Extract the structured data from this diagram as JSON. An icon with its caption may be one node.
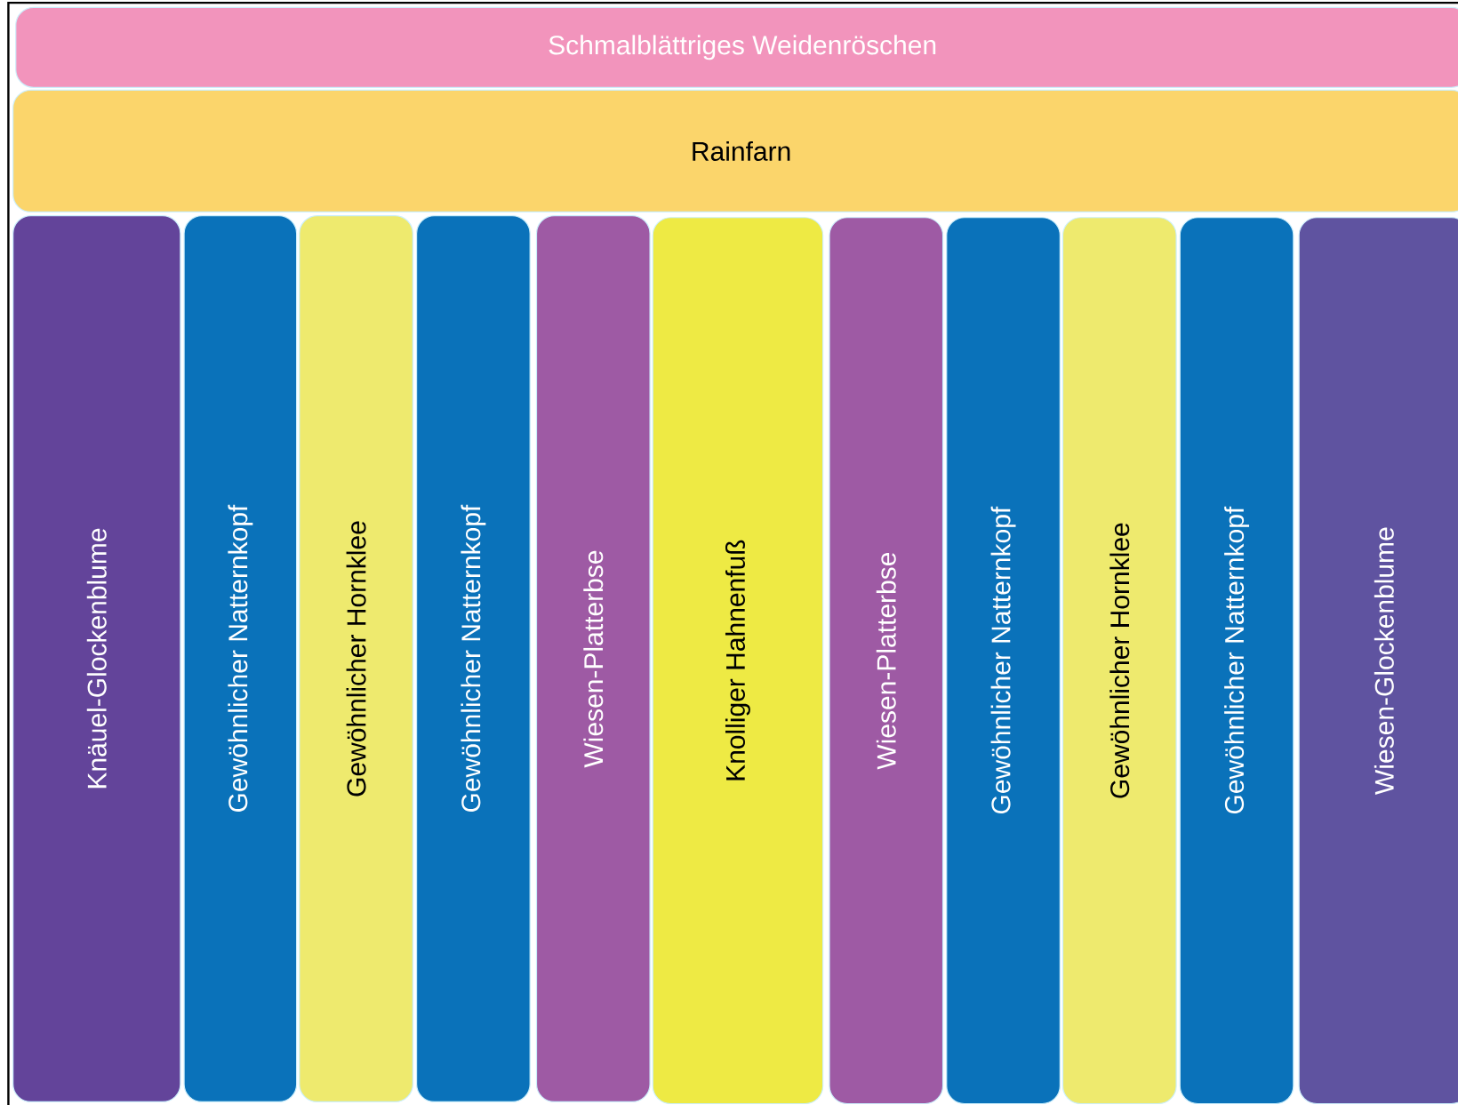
{
  "diagram": {
    "nodes": [
      {
        "text": [
          "Schmalblättriges Weidenröschen"
        ]
      },
      {
        "text": [
          "Rainfarn"
        ]
      },
      {
        "text": [
          "Knäuel-Glockenblume"
        ]
      },
      {
        "text": [
          "Gewöhnlicher Natternkopf"
        ]
      },
      {
        "text": [
          "Gewöhnlicher Hornklee"
        ]
      },
      {
        "text": [
          "Gewöhnlicher Natternkopf"
        ]
      },
      {
        "text": [
          "Wiesen-Platterbse"
        ]
      },
      {
        "text": [
          "Knolliger Hahnenfuß"
        ]
      },
      {
        "text": [
          "Wiesen-Platterbse"
        ]
      },
      {
        "text": [
          "Gewöhnlicher Natternkopf"
        ]
      },
      {
        "text": [
          "Gewöhnlicher Hornklee"
        ]
      },
      {
        "text": [
          "Gewöhnlicher Natternkopf"
        ]
      },
      {
        "text": [
          "Wiesen-Glockenblume"
        ]
      }
    ]
  }
}
